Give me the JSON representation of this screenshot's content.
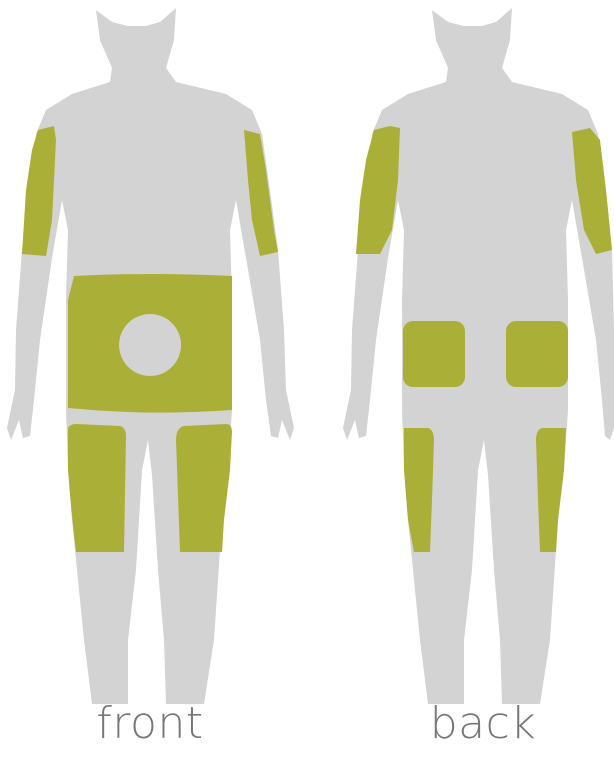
{
  "colors": {
    "silhouette": "#d3d3d3",
    "injection_zone": "#aab037",
    "label_text": "#777777",
    "background": "#ffffff"
  },
  "views": [
    {
      "id": "front",
      "label": "front",
      "zones": [
        "left-upper-arm",
        "right-upper-arm",
        "abdomen",
        "left-thigh-front",
        "right-thigh-front"
      ],
      "excluded_zones": [
        "navel-area"
      ]
    },
    {
      "id": "back",
      "label": "back",
      "zones": [
        "left-upper-arm",
        "right-upper-arm",
        "left-buttock",
        "right-buttock",
        "left-thigh-back",
        "right-thigh-back"
      ]
    }
  ]
}
